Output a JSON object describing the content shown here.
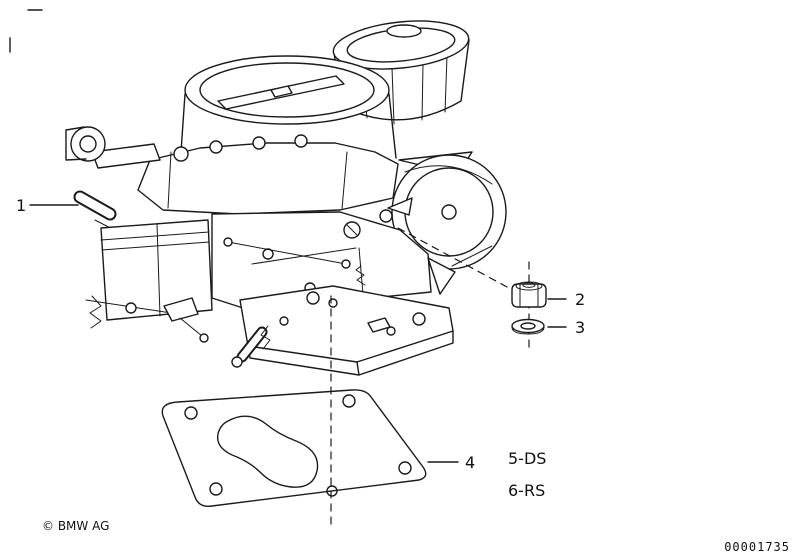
{
  "page": {
    "background_color": "#ffffff",
    "line_color": "#1a1a1a",
    "copyright": "© BMW AG",
    "document_number": "00001735"
  },
  "diagram": {
    "description": "Exploded technical parts drawing of a carburetor with hex nut, washer and base gasket",
    "callouts": [
      {
        "label": "1"
      },
      {
        "label": "2"
      },
      {
        "label": "3"
      },
      {
        "label": "4"
      },
      {
        "label": "5-DS"
      },
      {
        "label": "6-RS"
      }
    ]
  }
}
